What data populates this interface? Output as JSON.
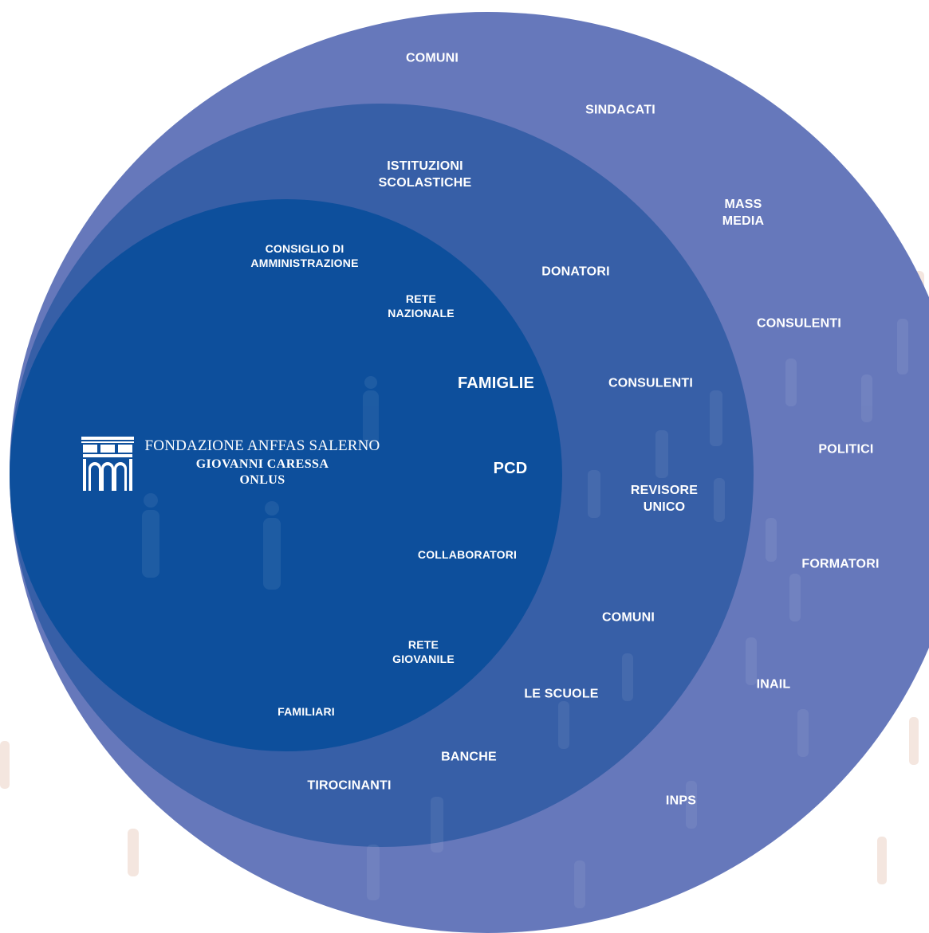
{
  "colors": {
    "outer_ring": "#6678bb",
    "middle_ring": "#375fa7",
    "inner_circle": "#0d4f9c",
    "text": "#ffffff"
  },
  "logo": {
    "line1": "FONDAZIONE ANFFAS SALERNO",
    "line2": "GIOVANNI CARESSA",
    "line3": "ONLUS",
    "icon": "arches-logo-icon"
  },
  "inner_circle": {
    "famiglie": "FAMIGLIE",
    "pcd": "PCD",
    "consiglio_line1": "CONSIGLIO DI",
    "consiglio_line2": "AMMINISTRAZIONE",
    "rete_nazionale_line1": "RETE",
    "rete_nazionale_line2": "NAZIONALE",
    "collaboratori": "COLLABORATORI",
    "rete_giovanile_line1": "RETE",
    "rete_giovanile_line2": "GIOVANILE",
    "familiari": "FAMILIARI"
  },
  "middle_ring": {
    "istituzioni_line1": "ISTITUZIONI",
    "istituzioni_line2": "SCOLASTICHE",
    "donatori": "DONATORI",
    "consulenti": "CONSULENTI",
    "revisore_line1": "REVISORE",
    "revisore_line2": "UNICO",
    "comuni": "COMUNI",
    "le_scuole": "LE SCUOLE",
    "banche": "BANCHE",
    "tirocinanti": "TIROCINANTI"
  },
  "outer_ring": {
    "comuni": "COMUNI",
    "sindacati": "SINDACATI",
    "mass_media_line1": "MASS",
    "mass_media_line2": "MEDIA",
    "consulenti": "CONSULENTI",
    "politici": "POLITICI",
    "formatori": "FORMATORI",
    "inail": "INAIL",
    "inps": "INPS"
  }
}
